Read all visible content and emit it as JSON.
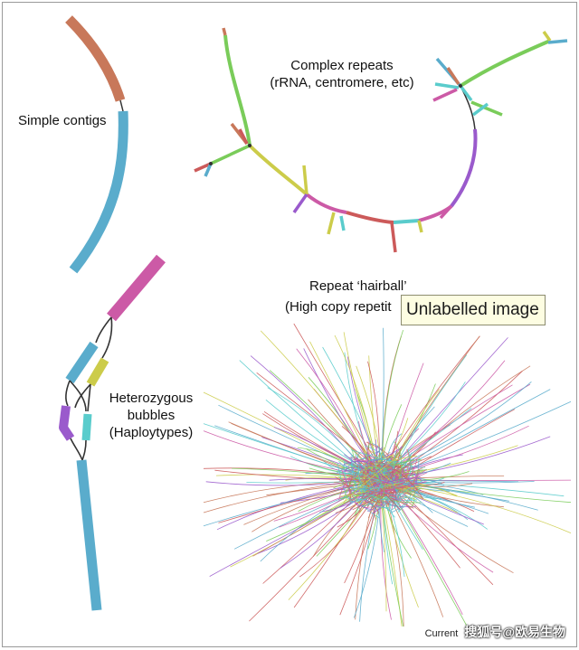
{
  "labels": {
    "simple": "Simple contigs",
    "complex_line1": "Complex repeats",
    "complex_line2": "(rRNA, centromere, etc)",
    "hairball_line1": "Repeat ‘hairball’",
    "hairball_line2": "(High copy repetit",
    "hetero_line1": "Heterozygous",
    "hetero_line2": "bubbles",
    "hetero_line3": "(Haploytypes)"
  },
  "tooltip": "Unlabelled image",
  "credit": {
    "source": "Current",
    "watermark": "搜狐号@欧易生物"
  },
  "colors": {
    "orange": "#c8785a",
    "blue": "#5aaccc",
    "magenta": "#cc5aa6",
    "purple": "#9a5acc",
    "yellow": "#cccc4a",
    "teal": "#5acccc",
    "green": "#7acc5a",
    "red": "#cc5a5a",
    "edge": "#333333"
  }
}
